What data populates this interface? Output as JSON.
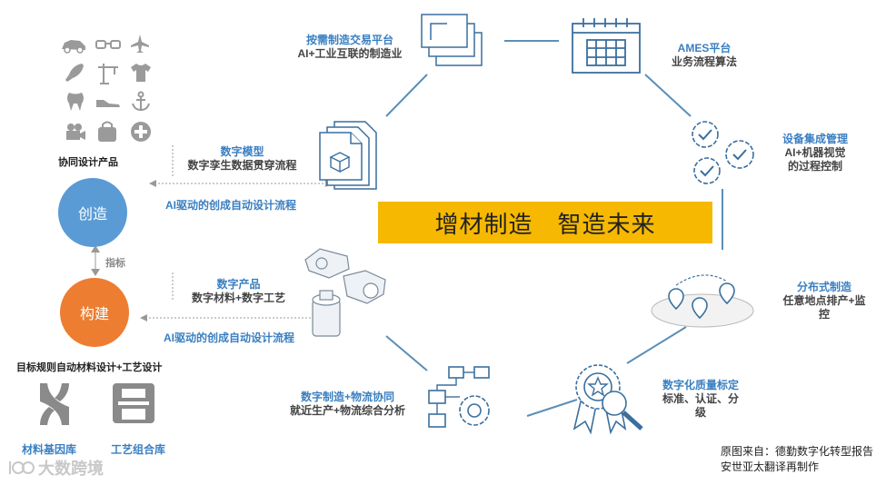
{
  "banner": {
    "text": "增材制造　智造未来",
    "bg": "#f6b800"
  },
  "nodes": {
    "trading": {
      "title": "按需制造交易平台",
      "subtitle": "AI+工业互联的制造业"
    },
    "ames": {
      "title": "AMES平台",
      "subtitle": "业务流程算法"
    },
    "equipment": {
      "title": "设备集成管理",
      "subtitle_1": "AI+机器视觉",
      "subtitle_2": "的过程控制"
    },
    "distributed": {
      "title": "分布式制造",
      "subtitle_1": "任意地点排产+监",
      "subtitle_2": "控"
    },
    "quality": {
      "title": "数字化质量标定",
      "subtitle_1": "标准、认证、分",
      "subtitle_2": "级"
    },
    "logistics": {
      "title": "数字制造+物流协同",
      "subtitle": "就近生产+物流综合分析"
    },
    "digital_product": {
      "title": "数字产品",
      "subtitle": "数字材料+数字工艺"
    },
    "digital_model": {
      "title": "数字模型",
      "subtitle": "数字孪生数据贯穿流程"
    }
  },
  "left": {
    "collab_label": "协同设计产品",
    "create_label": "创造",
    "metric_label": "指标",
    "build_label": "构建",
    "goal_label": "目标规则自动材料设计+工艺设计",
    "ai_flow_top": "AI驱动的创成自动设计流程",
    "ai_flow_bottom": "AI驱动的创成自动设计流程",
    "material_lib": "材料基因库",
    "process_lib": "工艺组合库"
  },
  "source": {
    "line1": "原图来自：德勤数字化转型报告",
    "line2": "安世亚太翻译再制作"
  },
  "watermark": "大数跨境",
  "colors": {
    "accent_blue": "#3a7fc1",
    "create_circle": "#5b9bd5",
    "build_circle": "#ed7d31",
    "ring": "#5a8fb8",
    "icon_gray": "#9a9a9a"
  },
  "icons": [
    "car-icon",
    "glasses-icon",
    "airplane-icon",
    "rocket-icon",
    "crane-icon",
    "tshirt-icon",
    "tooth-icon",
    "shoe-icon",
    "anchor-icon",
    "camera-icon",
    "bag-icon",
    "medical-cross-icon"
  ]
}
